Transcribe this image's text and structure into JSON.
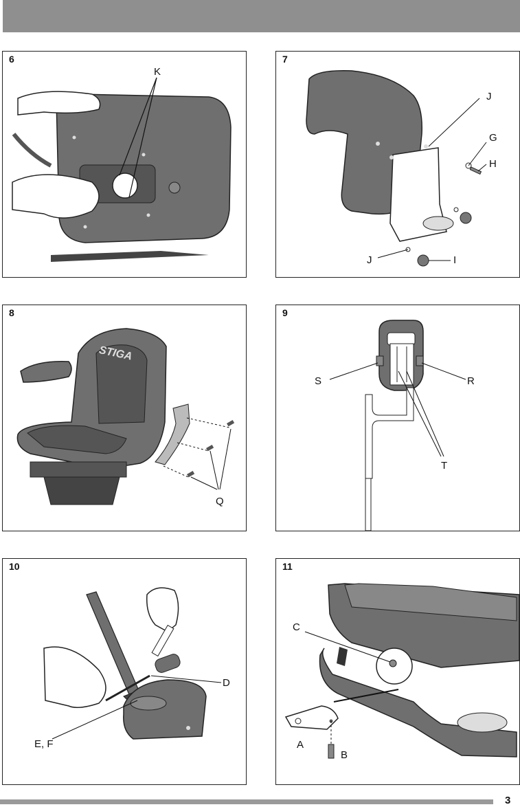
{
  "panels": [
    {
      "number": "6",
      "labels": [
        "K"
      ]
    },
    {
      "number": "7",
      "labels": [
        "J",
        "G",
        "H",
        "J",
        "I"
      ]
    },
    {
      "number": "8",
      "brand": "STIGA",
      "labels": [
        "Q"
      ]
    },
    {
      "number": "9",
      "labels": [
        "S",
        "R",
        "T"
      ]
    },
    {
      "number": "10",
      "labels": [
        "D",
        "E, F"
      ]
    },
    {
      "number": "11",
      "labels": [
        "C",
        "A",
        "B"
      ]
    }
  ],
  "page_number": "3",
  "colors": {
    "header_bar": "#8f8f8f",
    "footer_bar": "#9a9a9a",
    "seat_fill": "#6f6f6f"
  }
}
